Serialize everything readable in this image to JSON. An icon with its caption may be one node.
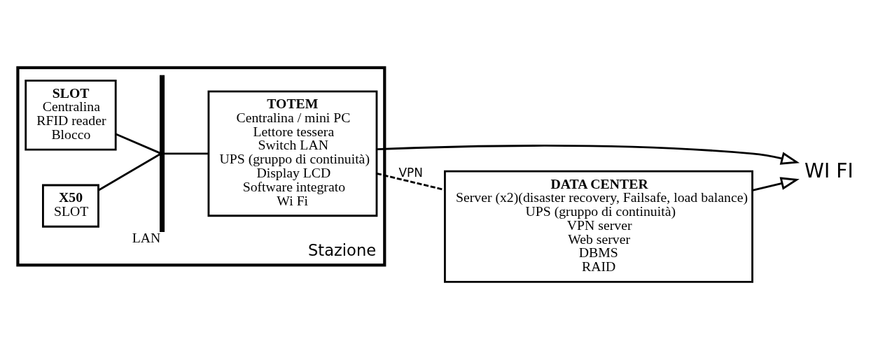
{
  "diagram": {
    "nodes": [
      {
        "text": [
          "Stazione"
        ]
      },
      {
        "text": [
          "SLOT",
          "Centralina",
          "RFID reader",
          "Blocco"
        ],
        "in": 0
      },
      {
        "text": [
          "X50",
          "SLOT"
        ],
        "in": 0
      },
      {
        "text": [
          "TOTEM",
          "Centralina / mini PC",
          "Lettore tessera",
          "Switch LAN",
          "UPS (gruppo di continuità)",
          "Display LCD",
          "Software integrato",
          "Wi Fi"
        ],
        "in": 0
      },
      {
        "text": [],
        "shape": "bar",
        "beside": [
          "LAN"
        ],
        "in": 0
      },
      {
        "text": [
          "WI FI"
        ]
      },
      {
        "text": [
          "DATA CENTER",
          "Server (x2)(disaster recovery, Failsafe, load balance)",
          "UPS (gruppo di continuità)",
          "VPN server",
          "Web server",
          "DBMS",
          "RAID"
        ]
      }
    ],
    "edges": [
      {
        "from": 1,
        "to": 4,
        "arrow": "none"
      },
      {
        "from": 2,
        "to": 4,
        "arrow": "none"
      },
      {
        "from": 4,
        "to": 3,
        "arrow": "none"
      },
      {
        "from": 3,
        "to": 5,
        "arrow": "to"
      },
      {
        "from": 6,
        "to": 5,
        "arrow": "to"
      },
      {
        "from": 3,
        "to": 6,
        "arrow": "none",
        "label": "VPN",
        "style": "dashed"
      }
    ]
  }
}
